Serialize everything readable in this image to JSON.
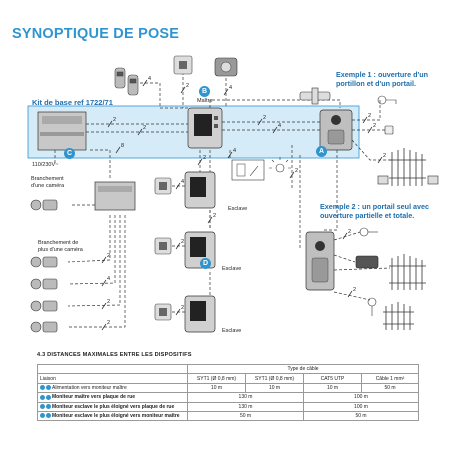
{
  "title": "SYNOPTIQUE DE POSE",
  "kit_label": "Kit de base ref 1722/71",
  "example1": "Exemple 1 : ouverture d'un\nportillon et d'un portail.",
  "example2": "Exemple 2 : un portail seul avec\nouverture partielle et totale.",
  "labels": {
    "maitre": "Maître",
    "esclave": "Esclave",
    "power": "110/230V~",
    "branch1": "Branchement\nd'une caméra",
    "branch_many": "Branchement de\nplus d'une caméra"
  },
  "markers": {
    "a": "A",
    "b": "B",
    "c": "C",
    "d": "D"
  },
  "wire_counts": [
    "4",
    "2",
    "4",
    "2",
    "2",
    "8",
    "2",
    "4",
    "2",
    "2",
    "4",
    "2",
    "2",
    "4",
    "2",
    "2",
    "4",
    "2",
    "2",
    "2",
    "2",
    "2",
    "2",
    "2",
    "2"
  ],
  "section_title": "4.3   DISTANCES MAXIMALES ENTRE LES DISPOSITIFS",
  "table": {
    "cable_type": "Type de câble",
    "liaison": "Liaison",
    "columns": [
      "SYT1 (Ø 0,8 mm)",
      "SYT1 (Ø 0,8 mm)",
      "CAT5 UTP",
      "Câble 1 mm²"
    ],
    "rows": [
      {
        "label": "Alimentation vers moniteur maître",
        "bold": false,
        "cells": [
          "10 m",
          "10 m",
          "10 m",
          "50 m"
        ]
      },
      {
        "label": "Moniteur maître vers plaque de rue",
        "bold": true,
        "span": [
          "130 m",
          "100 m"
        ]
      },
      {
        "label": "Moniteur esclave le plus éloigné vers plaque de rue",
        "bold": true,
        "span": [
          "130 m",
          "100 m"
        ]
      },
      {
        "label": "Moniteur esclave le plus éloigné vers moniteur maître",
        "bold": true,
        "span": [
          "50 m",
          "50 m"
        ]
      }
    ]
  },
  "colors": {
    "accent": "#2f95cf",
    "panel": "#d6ebf8",
    "line": "#333333"
  }
}
